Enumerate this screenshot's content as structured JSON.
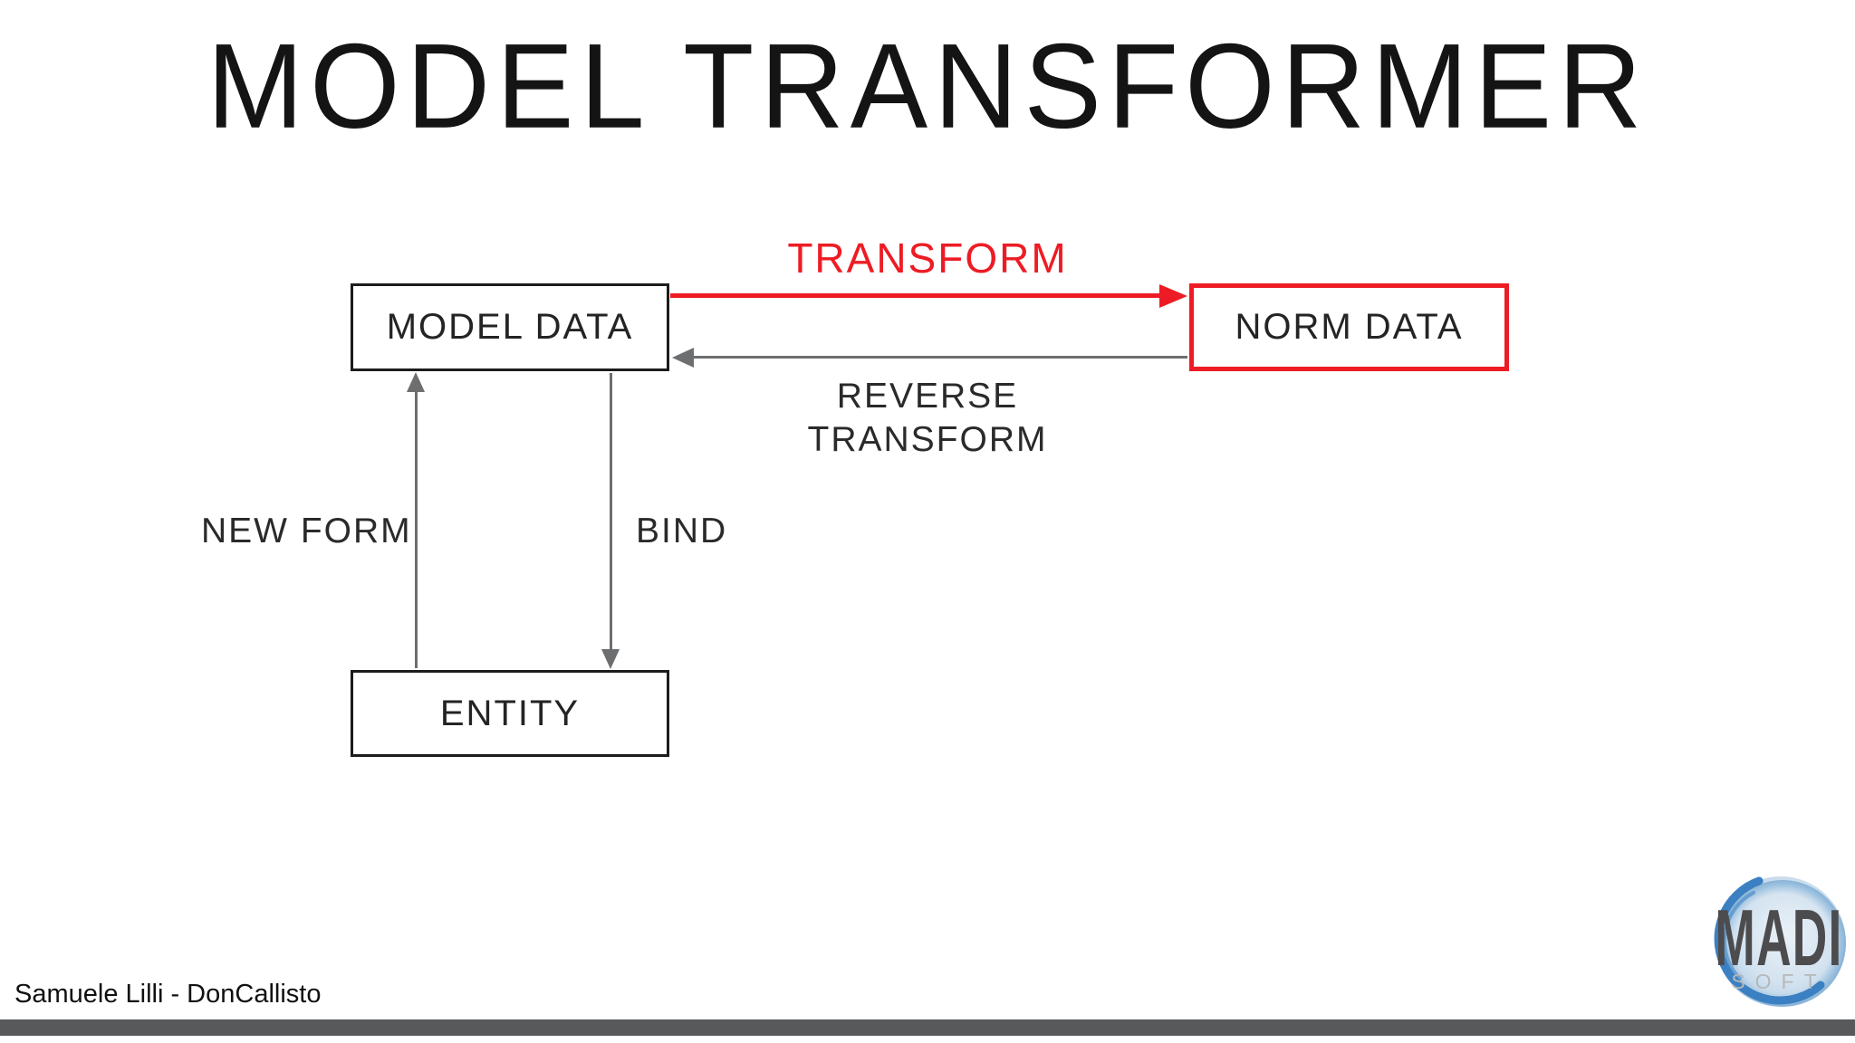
{
  "slide": {
    "title": "MODEL TRANSFORMER",
    "footer_credit": "Samuele Lilli - DonCallisto"
  },
  "diagram": {
    "nodes": [
      {
        "id": "model-data",
        "label": "MODEL DATA",
        "border_color": "#1c1c1c"
      },
      {
        "id": "norm-data",
        "label": "NORM DATA",
        "border_color": "#ed1c24"
      },
      {
        "id": "entity",
        "label": "ENTITY",
        "border_color": "#1c1c1c"
      }
    ],
    "edges": [
      {
        "id": "transform",
        "label": "TRANSFORM",
        "from": "MODEL DATA",
        "to": "NORM DATA",
        "color": "#ed1c24",
        "direction": "right"
      },
      {
        "id": "reverse-transform",
        "label_line1": "REVERSE",
        "label_line2": "TRANSFORM",
        "from": "NORM DATA",
        "to": "MODEL DATA",
        "color": "#6d6e70",
        "direction": "left"
      },
      {
        "id": "new-form",
        "label": "NEW FORM",
        "from": "ENTITY",
        "to": "MODEL DATA",
        "color": "#6d6e70",
        "direction": "up"
      },
      {
        "id": "bind",
        "label": "BIND",
        "from": "MODEL DATA",
        "to": "ENTITY",
        "color": "#6d6e70",
        "direction": "down"
      }
    ]
  },
  "logo": {
    "primary": "MADI",
    "secondary": "SOFT",
    "blue": "#3b80c2",
    "primary_color": "#4c4c4e",
    "secondary_color": "#b5b8ba"
  },
  "colors": {
    "accent_red": "#ed1c24",
    "line_gray": "#6d6e70",
    "bottom_bar": "#58595b",
    "background": "#ffffff"
  }
}
